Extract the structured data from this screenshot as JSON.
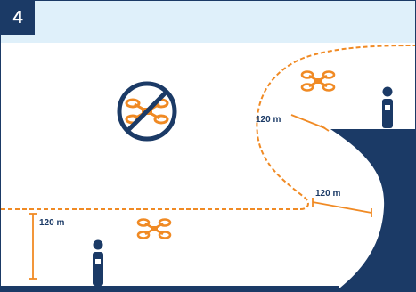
{
  "panel": {
    "number": "4"
  },
  "labels": {
    "cliff_top_height": "120 m",
    "cliff_side_distance": "120 m",
    "ground_height": "120 m"
  },
  "colors": {
    "navy": "#1b3a66",
    "orange": "#f08a24",
    "header_bg": "#dff0fa"
  },
  "icons": [
    "no-drone-icon",
    "drone-icon",
    "person-icon"
  ]
}
